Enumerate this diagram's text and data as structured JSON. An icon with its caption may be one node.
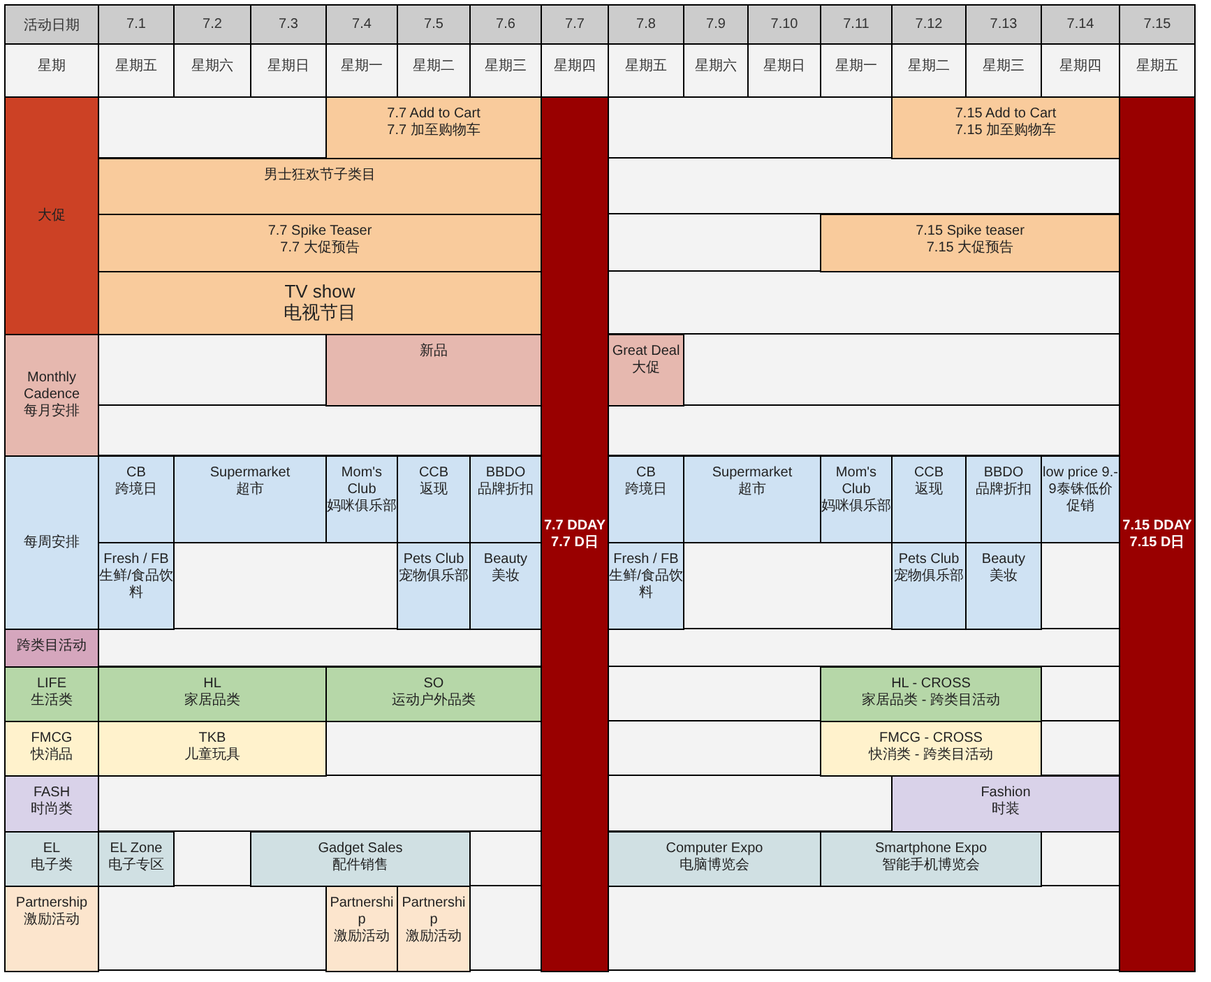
{
  "diagram": {
    "nodes": [
      {
        "text": [
          "大促"
        ]
      },
      {
        "text": [
          "7.7 Add to Cart",
          "7.7 加至购物车"
        ]
      },
      {
        "text": [
          "男士狂欢节子类目"
        ]
      },
      {
        "text": [
          "7.7 Spike Teaser",
          "7.7 大促预告"
        ]
      },
      {
        "text": [
          "TV show",
          "电视节目"
        ]
      },
      {
        "text": [
          "7.7 DDAY",
          "7.7 D日"
        ]
      },
      {
        "text": [
          "7.15 Add to Cart",
          "7.15 加至购物车"
        ]
      },
      {
        "text": [
          "7.15 Spike teaser",
          "7.15 大促预告"
        ]
      },
      {
        "text": [
          "7.15 DDAY",
          "7.15 D日"
        ]
      },
      {
        "text": [
          "Monthly Cadence",
          "每月安排"
        ]
      },
      {
        "text": [
          "新品"
        ]
      },
      {
        "text": [
          "Great Deal",
          "大促"
        ]
      },
      {
        "text": [
          "每周安排"
        ]
      },
      {
        "text": [
          "CB",
          "跨境日"
        ]
      },
      {
        "text": [
          "Supermarket",
          "超市"
        ]
      },
      {
        "text": [
          "Mom's Club",
          "妈咪俱乐部"
        ]
      },
      {
        "text": [
          "CCB",
          "返现"
        ]
      },
      {
        "text": [
          "BBDO",
          "品牌折扣"
        ]
      },
      {
        "text": [
          "Fresh / FB",
          "生鲜/食品饮料"
        ]
      },
      {
        "text": [
          "Pets Club",
          "宠物俱乐部"
        ]
      },
      {
        "text": [
          "Beauty",
          "美妆"
        ]
      },
      {
        "text": [
          "CB",
          "跨境日"
        ]
      },
      {
        "text": [
          "Supermarket",
          "超市"
        ]
      },
      {
        "text": [
          "Mom's Club",
          "妈咪俱乐部"
        ]
      },
      {
        "text": [
          "CCB",
          "返现"
        ]
      },
      {
        "text": [
          "BBDO",
          "品牌折扣"
        ]
      },
      {
        "text": [
          "low price 9.-",
          "9泰铢低价促销"
        ]
      },
      {
        "text": [
          "Fresh / FB",
          "生鲜/食品饮料"
        ]
      },
      {
        "text": [
          "Pets Club",
          "宠物俱乐部"
        ]
      },
      {
        "text": [
          "Beauty",
          "美妆"
        ]
      },
      {
        "text": [
          "跨类目活动"
        ]
      },
      {
        "text": [
          "LIFE",
          "生活类"
        ]
      },
      {
        "text": [
          "HL",
          "家居品类"
        ]
      },
      {
        "text": [
          "SO",
          "运动户外品类"
        ]
      },
      {
        "text": [
          "HL - CROSS",
          "家居品类 - 跨类目活动"
        ]
      },
      {
        "text": [
          "FMCG",
          "快消品"
        ]
      },
      {
        "text": [
          "TKB",
          "儿童玩具"
        ]
      },
      {
        "text": [
          "FMCG - CROSS",
          "快消类 - 跨类目活动"
        ]
      },
      {
        "text": [
          "FASH",
          "时尚类"
        ]
      },
      {
        "text": [
          "Fashion",
          "时装"
        ]
      },
      {
        "text": [
          "EL",
          "电子类"
        ]
      },
      {
        "text": [
          "EL Zone",
          "电子专区"
        ]
      },
      {
        "text": [
          "Gadget Sales",
          "配件销售"
        ]
      },
      {
        "text": [
          "Computer Expo",
          "电脑博览会"
        ]
      },
      {
        "text": [
          "Smartphone Expo",
          "智能手机博览会"
        ]
      },
      {
        "text": [
          "Partnership",
          "激励活动"
        ]
      },
      {
        "text": [
          "Partnership",
          "激励活动"
        ]
      },
      {
        "text": [
          "Partnership",
          "激励活动"
        ]
      }
    ],
    "labels": [
      "活动日期",
      "7.1",
      "7.2",
      "7.3",
      "7.4",
      "7.5",
      "7.6",
      "7.7",
      "7.8",
      "7.9",
      "7.10",
      "7.11",
      "7.12",
      "7.13",
      "7.14",
      "7.15",
      "星期",
      "星期五",
      "星期六",
      "星期日",
      "星期一",
      "星期二",
      "星期三",
      "星期四",
      "星期五",
      "星期六",
      "星期日",
      "星期一",
      "星期二",
      "星期三",
      "星期四",
      "星期五"
    ]
  }
}
